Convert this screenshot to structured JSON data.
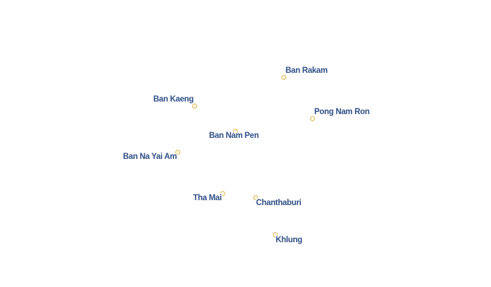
{
  "map": {
    "places": [
      {
        "name": "Ban Rakam"
      },
      {
        "name": "Ban Kaeng"
      },
      {
        "name": "Pong Nam Ron"
      },
      {
        "name": "Ban Nam Pen"
      },
      {
        "name": "Ban Na Yai Am"
      },
      {
        "name": "Tha Mai"
      },
      {
        "name": "Chanthaburi"
      },
      {
        "name": "Khlung"
      }
    ],
    "colors": {
      "label": "#2f4f86",
      "dot_fill": "#fffbe6",
      "dot_stroke": "#e2b24f",
      "background": "#ffffff"
    }
  }
}
